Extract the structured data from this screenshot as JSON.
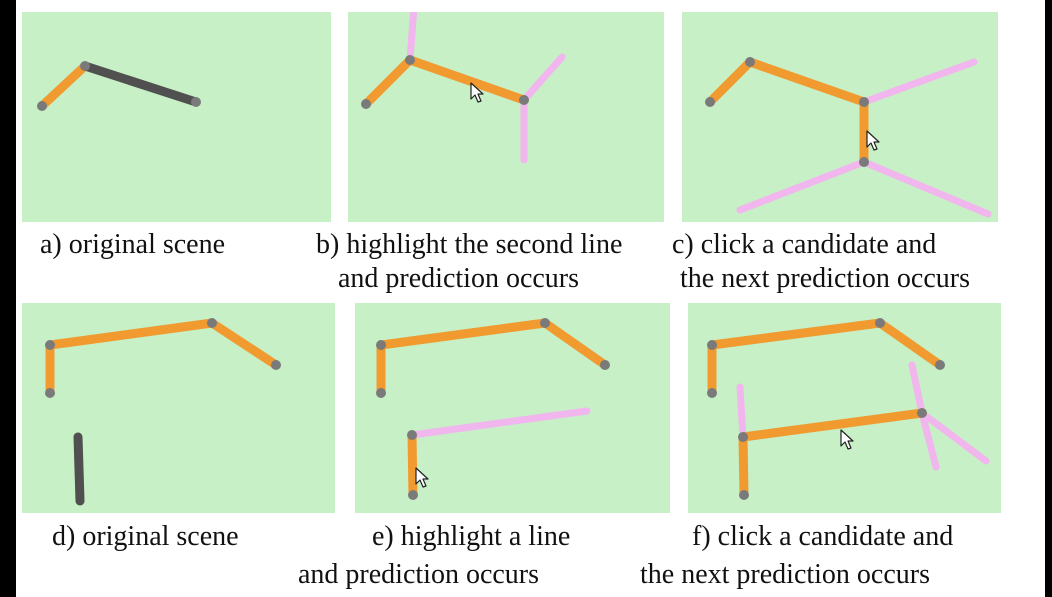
{
  "colors": {
    "panel_bg": "#c7f0c7",
    "selected_stroke": "#f09a30",
    "existing_stroke": "#505050",
    "candidate_stroke": "#f2b6ee",
    "joint": "#7a7a7a"
  },
  "captions": {
    "a": "a) original scene",
    "b_line1": "b) highlight the second line",
    "b_line2": "and prediction occurs",
    "c_line1": "c) click a candidate and",
    "c_line2": "the next prediction occurs",
    "d": "d) original scene",
    "e_line1": "e) highlight a line",
    "e_line2": "and prediction occurs",
    "f_line1": "f) click a candidate and",
    "f_line2": "the next prediction occurs"
  },
  "icons": {
    "cursor": "mouse-pointer-icon",
    "joint": "joint-sphere-icon"
  }
}
